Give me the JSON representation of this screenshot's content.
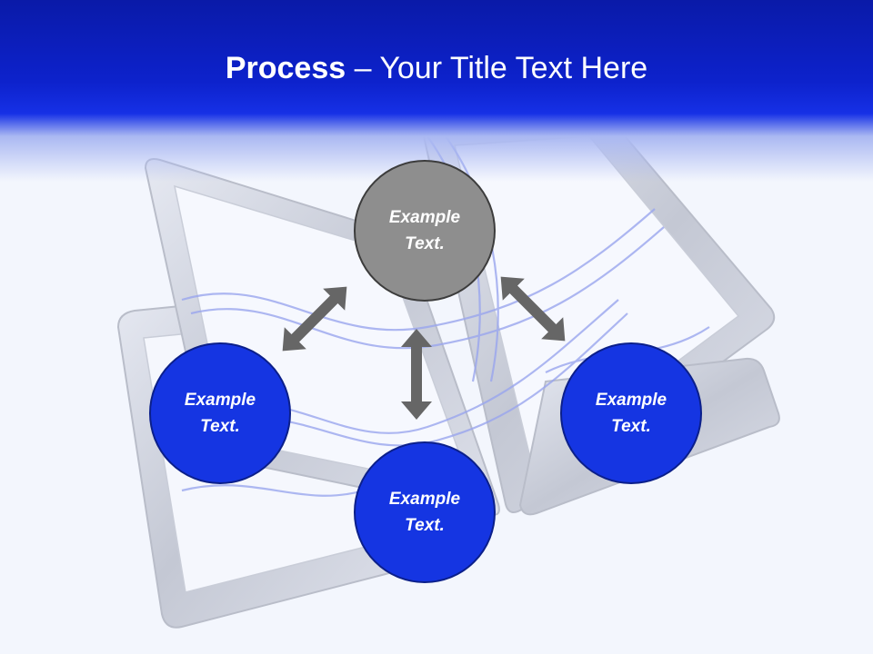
{
  "slide": {
    "title_bold": "Process",
    "title_rest": " – Your Title Text Here"
  },
  "nodes": {
    "top": {
      "line1": "Example",
      "line2": "Text."
    },
    "left": {
      "line1": "Example",
      "line2": "Text."
    },
    "right": {
      "line1": "Example",
      "line2": "Text."
    },
    "bottom": {
      "line1": "Example",
      "line2": "Text."
    }
  },
  "colors": {
    "header_blue": "#0d22cc",
    "node_blue": "#1535e2",
    "node_gray": "#8e8e8e",
    "arrow_gray": "#666666"
  },
  "icons": [
    "double-arrow-icon"
  ]
}
